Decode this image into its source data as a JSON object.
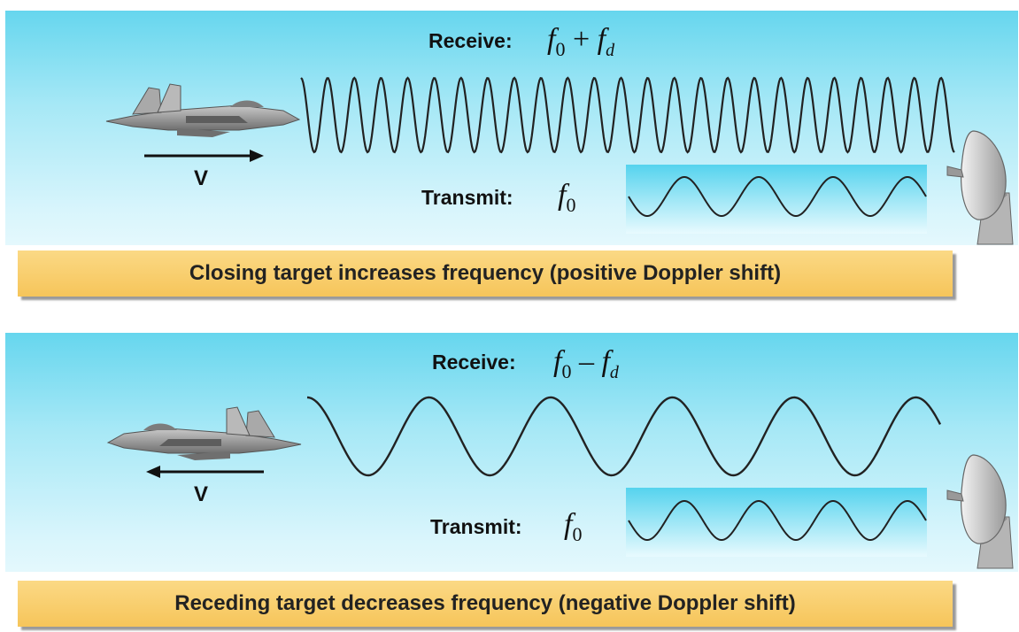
{
  "top": {
    "receive_label": "Receive:",
    "receive_f": "f",
    "receive_sub": "0",
    "receive_op": "+",
    "receive_fd": "f",
    "receive_fd_sub": "d",
    "transmit_label": "Transmit:",
    "transmit_f": "f",
    "transmit_sub": "0",
    "velocity_label": "V",
    "caption": "Closing target increases frequency (positive Doppler shift)"
  },
  "bottom": {
    "receive_label": "Receive:",
    "receive_f": "f",
    "receive_sub": "0",
    "receive_op": "–",
    "receive_fd": "f",
    "receive_fd_sub": "d",
    "transmit_label": "Transmit:",
    "transmit_f": "f",
    "transmit_sub": "0",
    "velocity_label": "V",
    "caption": "Receding target decreases frequency (negative Doppler shift)"
  },
  "colors": {
    "sky_top": "#66d6ee",
    "sky_bottom": "#e4f8fd",
    "caption_fill": "#f8cf6e",
    "wave": "#222222",
    "aircraft": "#8c8c8c"
  },
  "icons": [
    "fighter-jet-icon",
    "radar-dish-icon",
    "arrow-right-icon",
    "arrow-left-icon"
  ]
}
